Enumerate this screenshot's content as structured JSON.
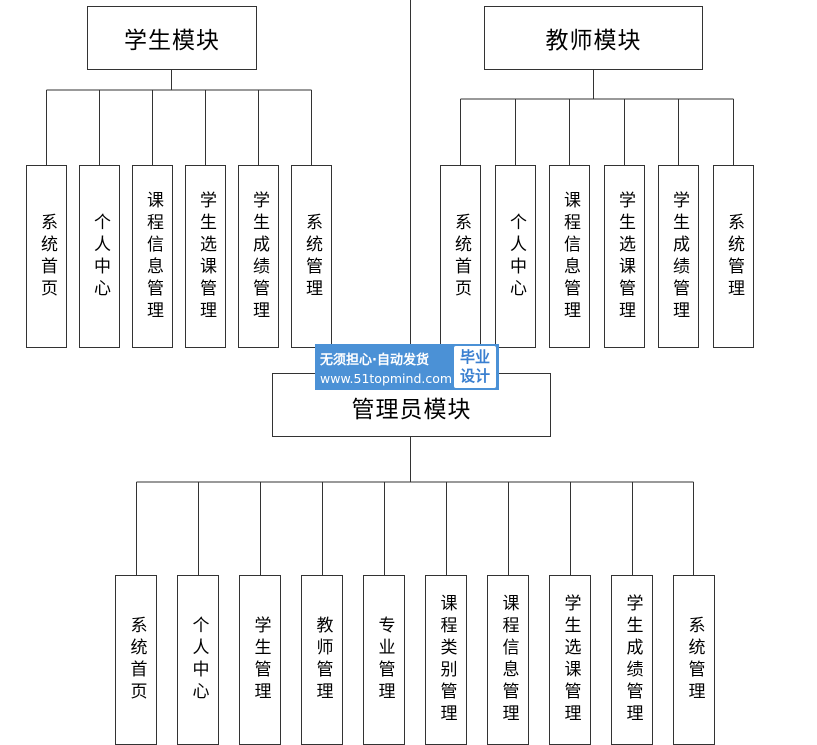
{
  "modules": [
    {
      "title": "学生模块",
      "children": [
        "系统首页",
        "个人中心",
        "课程信息管理",
        "学生选课管理",
        "学生成绩管理",
        "系统管理"
      ]
    },
    {
      "title": "教师模块",
      "children": [
        "系统首页",
        "个人中心",
        "课程信息管理",
        "学生选课管理",
        "学生成绩管理",
        "系统管理"
      ]
    },
    {
      "title": "管理员模块",
      "children": [
        "系统首页",
        "个人中心",
        "学生管理",
        "教师管理",
        "专业管理",
        "课程类别管理",
        "课程信息管理",
        "学生选课管理",
        "学生成绩管理",
        "系统管理"
      ]
    }
  ],
  "watermark": {
    "line1": "无须担心·自动发货",
    "line2": "www.51topmind.com",
    "badge_line1": "毕业",
    "badge_line2": "设计",
    "color": "#4b91d6"
  }
}
